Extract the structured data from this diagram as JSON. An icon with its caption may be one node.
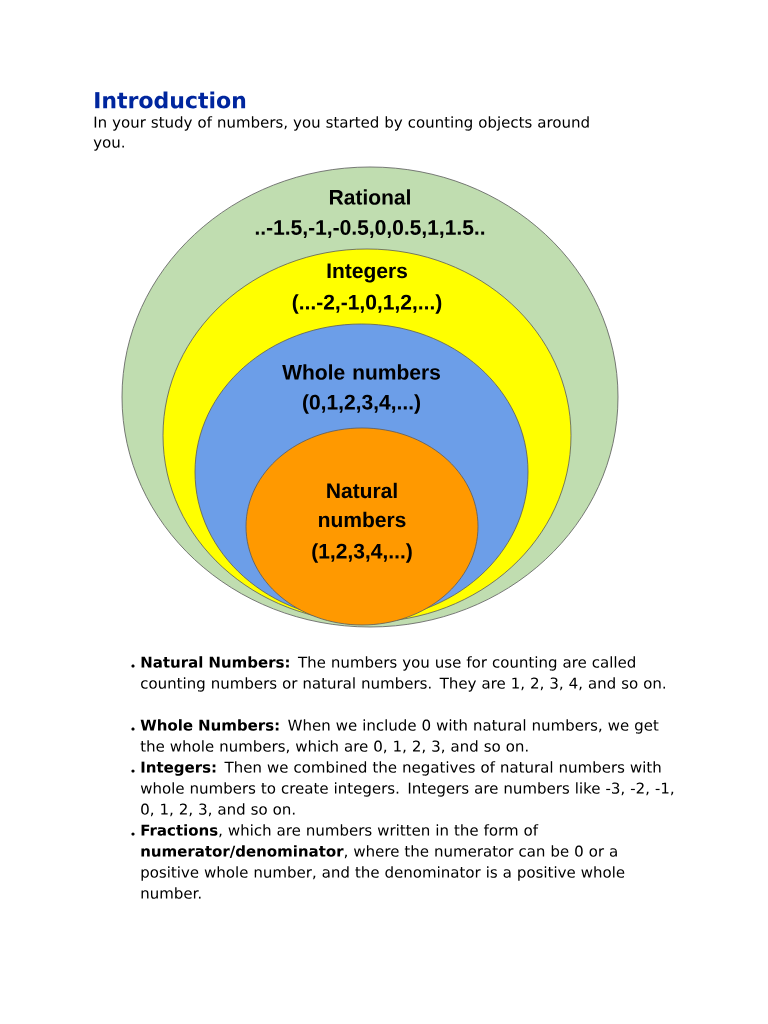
{
  "diagram": {
    "title": "Introduction",
    "nodes": [
      {
        "text": [
          "Rational",
          "..-1.5,-1,-0.5,0,0.5,1,1.5.."
        ]
      },
      {
        "text": [
          "Integers",
          "(...-2,-1,0,1,2,...)"
        ],
        "in": 0
      },
      {
        "text": [
          "Whole numbers",
          "(0,1,2,3,4,...)"
        ],
        "in": 1
      },
      {
        "text": [
          "Natural numbers",
          "(1,2,3,4,...)"
        ],
        "in": 2
      }
    ],
    "labels": [
      "In your study of numbers, you started by counting objects around you.",
      "**Natural Numbers:** The numbers you use for counting are called counting numbers or natural numbers. They are 1, 2, 3, 4, and so on.",
      "**Whole Numbers:** When we include 0 with natural numbers, we get the whole numbers, which are 0, 1, 2, 3, and so on.",
      "**Integers:** Then we combined the negatives of natural numbers with whole numbers to create integers. Integers are numbers like -3, -2, -1, 0, 1, 2, 3, and so on.",
      "**Fractions**, which are numbers written in the form of **numerator/denominator**, where the numerator can be 0 or a positive whole number, and the denominator is a positive whole number."
    ]
  }
}
